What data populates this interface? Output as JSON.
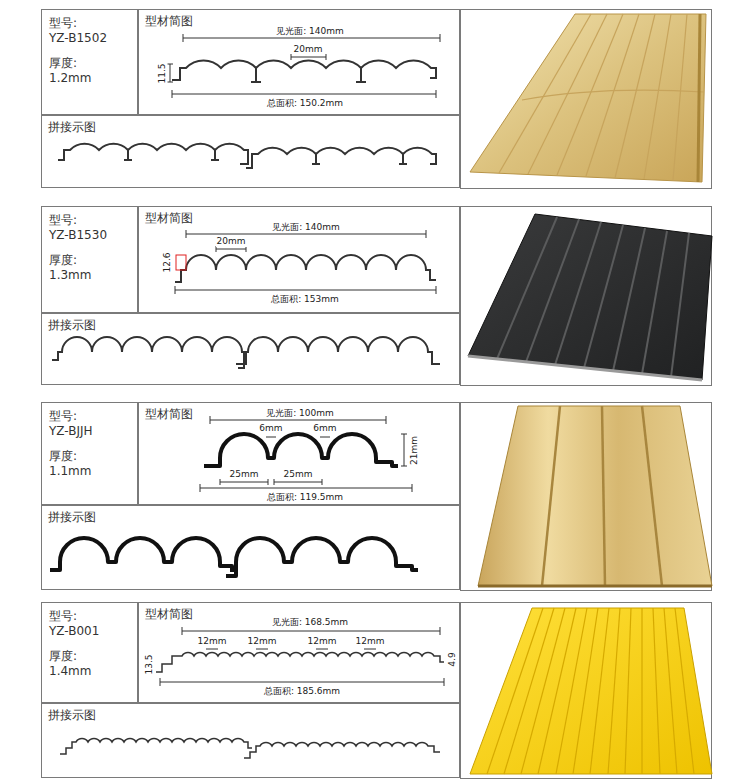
{
  "diagram": {
    "nodes": [
      {
        "text": [
          "型号:",
          "YZ-B1502",
          "厚度:",
          "1.2mm"
        ]
      },
      {
        "text": [
          "型材简图"
        ]
      },
      {
        "text": [
          "拼接示图"
        ]
      },
      {
        "text": [
          "型号:",
          "YZ-B1530",
          "厚度:",
          "1.3mm"
        ]
      },
      {
        "text": [
          "型材简图"
        ]
      },
      {
        "text": [
          "拼接示图"
        ]
      },
      {
        "text": [
          "型号:",
          "YZ-BJJH",
          "厚度:",
          "1.1mm"
        ]
      },
      {
        "text": [
          "型材简图"
        ]
      },
      {
        "text": [
          "拼接示图"
        ]
      },
      {
        "text": [
          "型号:",
          "YZ-B001",
          "厚度:",
          "1.4mm"
        ]
      },
      {
        "text": [
          "型材简图"
        ]
      },
      {
        "text": [
          "拼接示图"
        ]
      }
    ],
    "labels": [
      "见光面: 140mm",
      "20mm",
      "11.5",
      "总面积: 150.2mm",
      "见光面: 140mm",
      "20mm",
      "12.6",
      "总面积: 153mm",
      "见光面: 100mm",
      "6mm",
      "6mm",
      "25mm",
      "25mm",
      "21mm",
      "总面积: 119.5mm",
      "见光面: 168.5mm",
      "12mm",
      "12mm",
      "12mm",
      "12mm",
      "13.5",
      "4.9",
      "总面积: 185.6mm"
    ]
  }
}
